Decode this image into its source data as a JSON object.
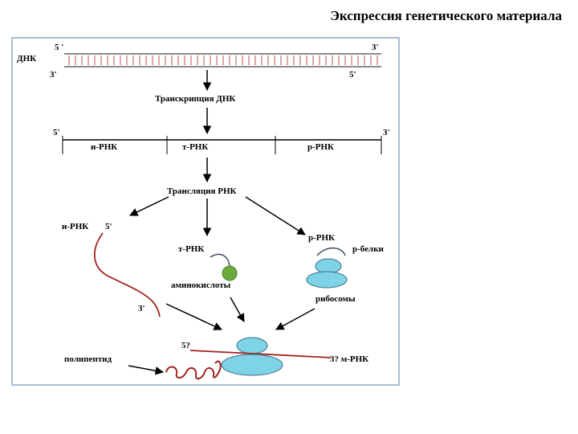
{
  "title": "Экспрессия генетического материала",
  "dna": {
    "label": "ДНК",
    "top_left_end": "5 '",
    "top_right_end": "3'",
    "bottom_left_end": "3'",
    "bottom_right_end": "5'"
  },
  "transcription_label": "Транскрипция ДНК",
  "rna_strand": {
    "left_end": "5'",
    "right_end": "3'",
    "segment_mrna": "и-РНК",
    "segment_trna": "т-РНК",
    "segment_rrna": "р-РНК"
  },
  "translation_label": "Трансляция РНК",
  "mrna_branch": {
    "label": "и-РНК",
    "five_prime": "5'",
    "three_prime": "3'"
  },
  "trna_branch": {
    "label": "т-РНК",
    "amino_label": "аминокислоты"
  },
  "rrna_branch": {
    "label": "р-РНК",
    "proteins_label": "р-белки",
    "ribosomes_label": "рибосомы"
  },
  "assembly": {
    "five_prime": "5?",
    "mrna_end_label": "3? м-РНК",
    "polypeptide_label": "полипептид"
  },
  "colors": {
    "ribosome_fill": "#7fd3e6",
    "ribosome_stroke": "#3a6f86",
    "amino_acid": "#6aaa3a",
    "mrna_curve": "#a0241e",
    "frame_border": "#a9bcd6",
    "dna_tick": "#c0504d"
  }
}
